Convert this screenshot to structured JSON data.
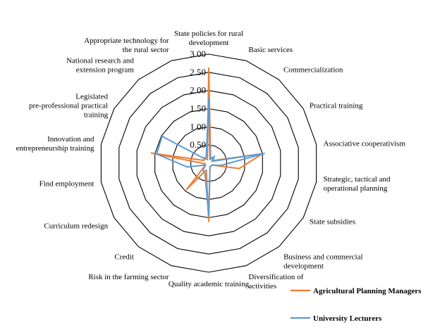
{
  "chart_data": {
    "type": "radar",
    "axes": [
      "State policies for rural development",
      "Basic services",
      "Commercialization",
      "Practical training",
      "Associative cooperativism",
      "Strategic, tactical and operational planning",
      "State subsidies",
      "Business and commercial development",
      "Diversification of activities",
      "Quality academic training",
      "Risk in the farming sector",
      "Credit",
      "Curriculum redesign",
      "Find employment",
      "Innovation and entrepreneurship training",
      "Legislated pre-professional practical training",
      "National research and extension program",
      "Appropriate technology for the rural sector"
    ],
    "ticks": [
      "0.50",
      "1.00",
      "1.50",
      "2.00",
      "2.50",
      "3.00"
    ],
    "rlim": [
      0,
      3.0
    ],
    "grid": true,
    "legend_position": "bottom-right",
    "series": [
      {
        "name": "Agricultural Planning Managers",
        "color": "#ED7D31",
        "values": [
          2.62,
          0.15,
          0.2,
          0.15,
          1.5,
          0.85,
          0.1,
          0.1,
          0.1,
          1.6,
          0.2,
          0.95,
          0.1,
          0.1,
          1.6,
          0.15,
          0.2,
          0.1
        ]
      },
      {
        "name": "University Lecturers",
        "color": "#5B9BD5",
        "values": [
          1.78,
          0.1,
          0.25,
          0.1,
          1.55,
          0.35,
          0.1,
          0.1,
          0.1,
          1.45,
          0.3,
          0.25,
          0.1,
          0.6,
          1.45,
          1.48,
          0.15,
          0.2
        ]
      }
    ]
  }
}
